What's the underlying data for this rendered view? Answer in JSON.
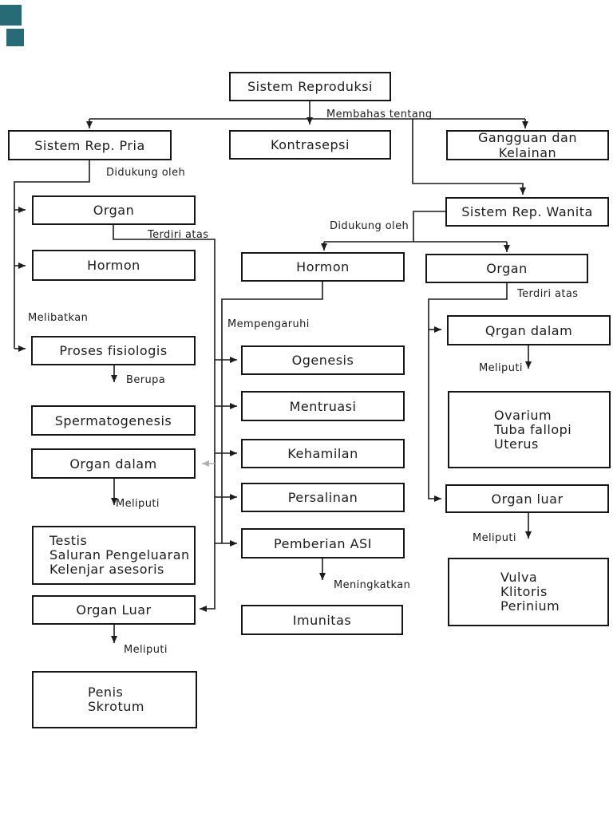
{
  "page": {
    "line_color": "#161616",
    "text_color": "#1c1c1c",
    "background": "#ffffff"
  },
  "decor": {
    "squares_color": "#266b76"
  },
  "nodes": {
    "root": "Sistem Reproduksi",
    "pria": "Sistem Rep. Pria",
    "kontrasepsi": "Kontrasepsi",
    "gangguan": "Gangguan dan Kelainan",
    "wanita": "Sistem Rep. Wanita",
    "organ_pria": "Organ",
    "hormon_pria": "Hormon",
    "proses_fisiologis": "Proses fisiologis",
    "spermatogenesis": "Spermatogenesis",
    "organ_dalam_pria": "Organ dalam",
    "testis_lines": [
      "Testis",
      "Saluran Pengeluaran",
      "Kelenjar asesoris"
    ],
    "organ_luar_pria": "Organ Luar",
    "penis_lines": [
      "Penis",
      "Skrotum"
    ],
    "hormon_wanita": "Hormon",
    "ogenesis": "Ogenesis",
    "mentruasi": "Mentruasi",
    "kehamilan": "Kehamilan",
    "persalinan": "Persalinan",
    "pemberian_asi": "Pemberian ASI",
    "imunitas": "Imunitas",
    "organ_wanita": "Organ",
    "organ_dalam_wanita": "Qrgan dalam",
    "ovarium_lines": [
      "Ovarium",
      "Tuba fallopi",
      "Uterus"
    ],
    "organ_luar_wanita": "Organ luar",
    "vulva_lines": [
      "Vulva",
      "Klitoris",
      "Perinium"
    ]
  },
  "edge_labels": {
    "membahas_tentang": "Membahas tentang",
    "didukung_oleh_pria": "Didukung oleh",
    "terdiri_atas_pria": "Terdiri atas",
    "melibatkan": "Melibatkan",
    "berupa": "Berupa",
    "meliputi_dalam_pria": "Meliputi",
    "meliputi_luar_pria": "Meliputi",
    "didukung_oleh_wanita": "Didukung oleh",
    "mempengaruhi": "Mempengaruhi",
    "meningkatkan": "Meningkatkan",
    "terdiri_atas_wanita": "Terdiri atas",
    "meliputi_dalam_wanita": "Meliputi",
    "meliputi_luar_wanita": "Meliputi"
  }
}
